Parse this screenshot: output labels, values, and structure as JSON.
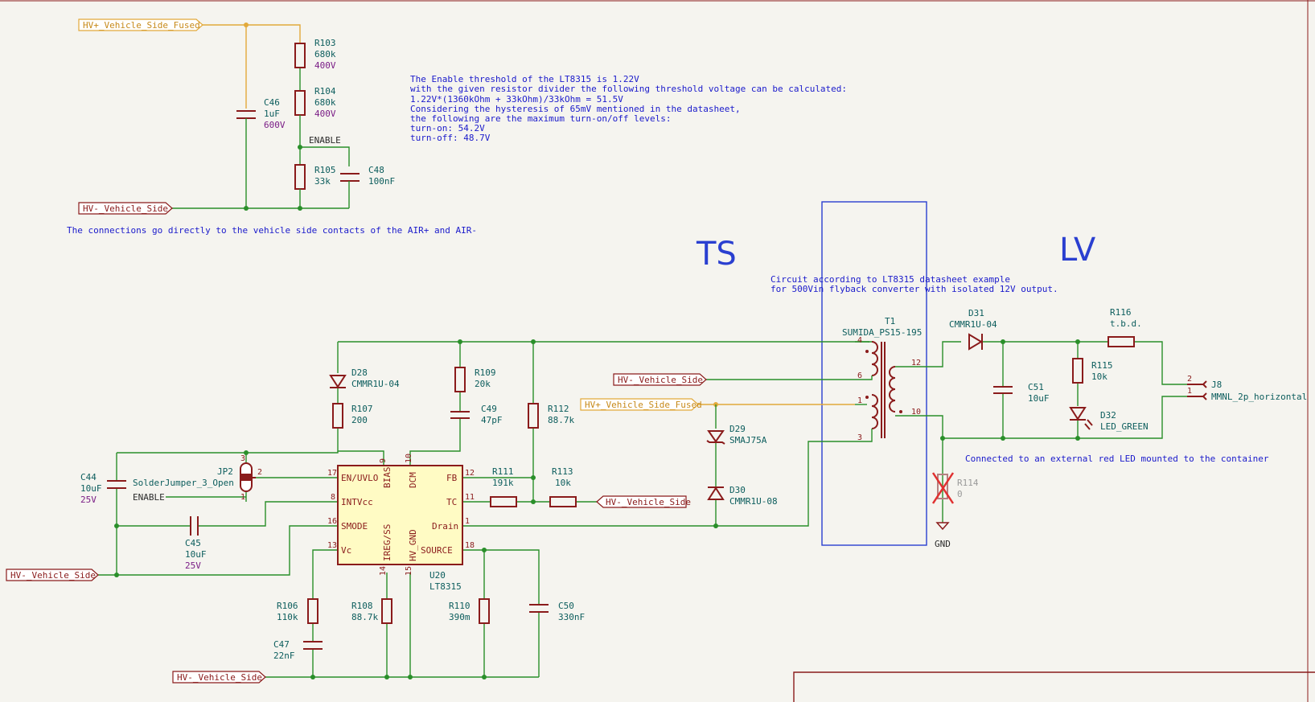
{
  "regions": {
    "ts": "TS",
    "lv": "LV"
  },
  "labels": {
    "hv_plus_fused": "HV+_Vehicle_Side_Fused",
    "hv_minus": "HV-_Vehicle_Side",
    "enable": "ENABLE",
    "gnd": "GND"
  },
  "notes": {
    "enable_threshold": [
      "The Enable threshold of the LT8315 is 1.22V",
      "with the given resistor divider the following threshold voltage can be calculated:",
      "1.22V*(1360kOhm + 33kOhm)/33kOhm = 51.5V",
      "Considering the hysteresis of 65mV mentioned in the datasheet,",
      "the following are the maximum turn-on/off levels:",
      "turn-on: 54.2V",
      "turn-off: 48.7V"
    ],
    "vehicle_contacts": "The connections go directly to the vehicle side contacts of the AIR+ and AIR-",
    "circuit_ref": [
      "Circuit according to LT8315 datasheet example",
      "for 500Vin flyback converter with isolated 12V output."
    ],
    "red_led": "Connected to an external red LED mounted to the container"
  },
  "components": {
    "R103": {
      "ref": "R103",
      "value": "680k",
      "voltage": "400V"
    },
    "R104": {
      "ref": "R104",
      "value": "680k",
      "voltage": "400V"
    },
    "R105": {
      "ref": "R105",
      "value": "33k"
    },
    "C46": {
      "ref": "C46",
      "value": "1uF",
      "voltage": "600V"
    },
    "C48": {
      "ref": "C48",
      "value": "100nF"
    },
    "D28": {
      "ref": "D28",
      "value": "CMMR1U-04"
    },
    "R107": {
      "ref": "R107",
      "value": "200"
    },
    "R109": {
      "ref": "R109",
      "value": "20k"
    },
    "C49": {
      "ref": "C49",
      "value": "47pF"
    },
    "R112": {
      "ref": "R112",
      "value": "88.7k"
    },
    "R111": {
      "ref": "R111",
      "value": "191k"
    },
    "R113": {
      "ref": "R113",
      "value": "10k"
    },
    "JP2": {
      "ref": "JP2",
      "value": "SolderJumper_3_Open"
    },
    "C44": {
      "ref": "C44",
      "value": "10uF",
      "voltage": "25V"
    },
    "C45": {
      "ref": "C45",
      "value": "10uF",
      "voltage": "25V"
    },
    "U20": {
      "ref": "U20",
      "value": "LT8315"
    },
    "R106": {
      "ref": "R106",
      "value": "110k"
    },
    "C47": {
      "ref": "C47",
      "value": "22nF"
    },
    "R108": {
      "ref": "R108",
      "value": "88.7k"
    },
    "R110": {
      "ref": "R110",
      "value": "390m"
    },
    "C50": {
      "ref": "C50",
      "value": "330nF"
    },
    "T1": {
      "ref": "T1",
      "value": "SUMIDA_PS15-195"
    },
    "D29": {
      "ref": "D29",
      "value": "SMAJ75A"
    },
    "D30": {
      "ref": "D30",
      "value": "CMMR1U-08"
    },
    "D31": {
      "ref": "D31",
      "value": "CMMR1U-04"
    },
    "C51": {
      "ref": "C51",
      "value": "10uF"
    },
    "R115": {
      "ref": "R115",
      "value": "10k"
    },
    "D32": {
      "ref": "D32",
      "value": "LED_GREEN"
    },
    "R116": {
      "ref": "R116",
      "value": "t.b.d."
    },
    "R114": {
      "ref": "R114",
      "value": "0"
    },
    "J8": {
      "ref": "J8",
      "value": "MMNL_2p_horizontal"
    }
  },
  "ic_pins": {
    "en_uvlo": "EN/UVLO",
    "bias": "BIAS",
    "dcm": "DCM",
    "fb": "FB",
    "tc": "TC",
    "intvcc": "INTVcc",
    "smode": "SMODE",
    "drain": "Drain",
    "vc": "Vc",
    "ireg_ss": "IREG/SS",
    "hv_gnd": "HV_GND",
    "source": "SOURCE",
    "p17": "17",
    "p9": "9",
    "p10": "10",
    "p12": "12",
    "p8": "8",
    "p11": "11",
    "p16": "16",
    "p1": "1",
    "p13": "13",
    "p14": "14",
    "p15": "15",
    "p18": "18"
  },
  "other_pins": {
    "jp2_1": "1",
    "jp2_2": "2",
    "jp2_3": "3",
    "t1_4": "4",
    "t1_6": "6",
    "t1_1": "1",
    "t1_3": "3",
    "t1_12": "12",
    "t1_10": "10",
    "j8_2": "2",
    "j8_1": "1"
  }
}
